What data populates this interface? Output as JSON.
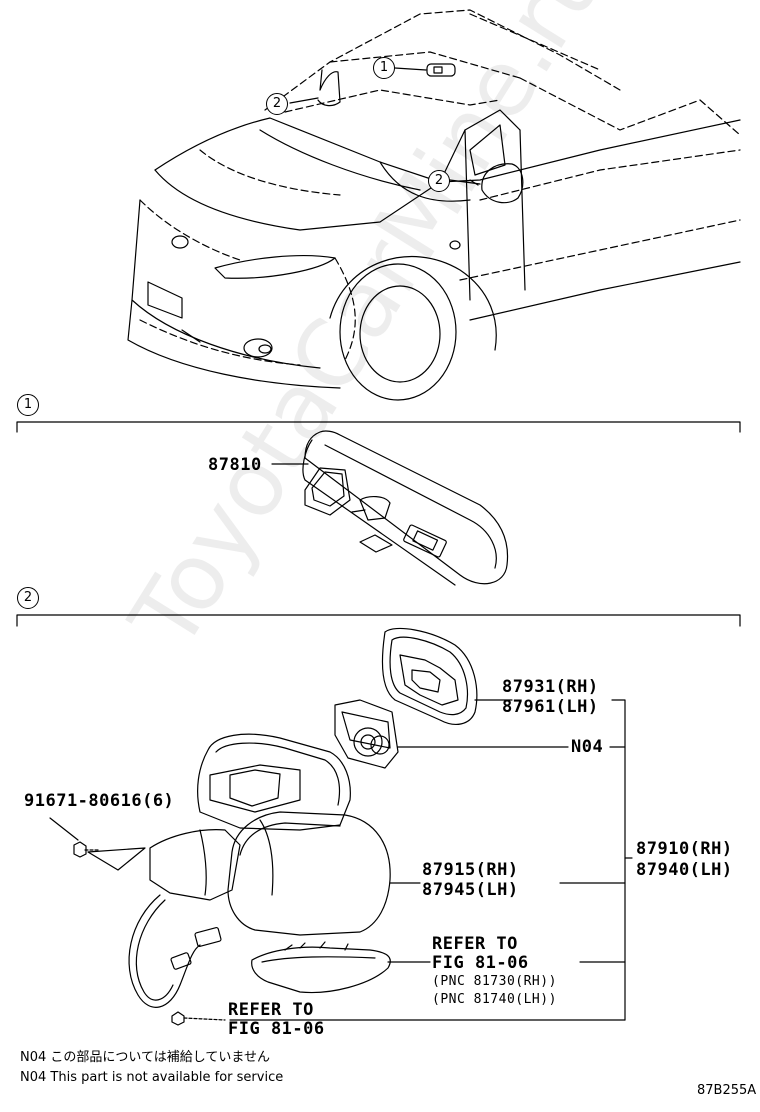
{
  "callouts": {
    "mirror_inner": "1",
    "mirror_outer": "2"
  },
  "sections": [
    {
      "index": "1"
    },
    {
      "index": "2"
    }
  ],
  "parts": {
    "inner_mirror": "87810",
    "glass_rh": "87931(RH)",
    "glass_lh": "87961(LH)",
    "motor": "N04",
    "bolt": "91671-80616(6)",
    "cover_rh": "87915(RH)",
    "cover_lh": "87945(LH)",
    "assy_rh": "87910(RH)",
    "assy_lh": "87940(LH)"
  },
  "refs": {
    "turn_lamp_line1": "REFER TO",
    "turn_lamp_line2": "FIG 81-06",
    "pnc_rh": "(PNC 81730(RH))",
    "pnc_lh": "(PNC 81740(LH))",
    "screw_line1": "REFER TO",
    "screw_line2": "FIG 81-06"
  },
  "notes": {
    "jp": "N04 この部品については補給していません",
    "en": "N04 This part is not available for service"
  },
  "figure_id": "87B255A",
  "watermark": "ToyotaCarMine.ru"
}
